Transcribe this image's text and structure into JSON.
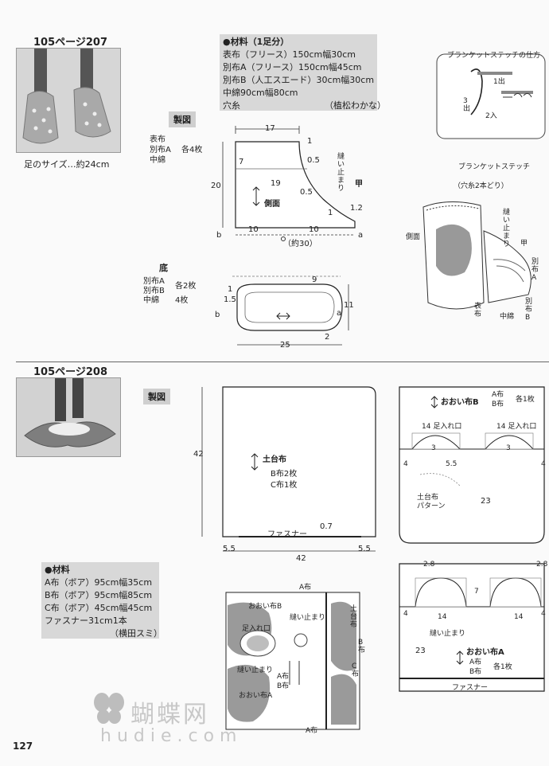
{
  "section1": {
    "header": "105ページ207",
    "foot_size": "足のサイズ…約24cm",
    "materials": {
      "title": "●材料（1足分）",
      "lines": [
        "表布（フリース）150cm幅30cm",
        "別布A（フリース）150cm幅45cm",
        "別布B（人工スエード）30cm幅30cm",
        "中綿90cm幅80cm",
        "穴糸"
      ],
      "author": "（植松わかな）"
    },
    "seizu_label": "製図",
    "side_cut": {
      "fabrics": [
        "表布",
        "別布A",
        "中綿"
      ],
      "count": "各4枚"
    },
    "side_label": "側面",
    "sole_label": "底",
    "sole_cut": {
      "fabrics": [
        "別布A",
        "別布B",
        "中綿"
      ],
      "count1": "各2枚",
      "count2": "4枚"
    },
    "dims_side": {
      "top": "17",
      "left": "20",
      "inner": "19",
      "v7": "7",
      "bottom": "10",
      "bottom2": "10",
      "v05a": "0.5",
      "v05b": "0.5",
      "v1": "1",
      "v1b": "1",
      "v12": "1.2",
      "around": "（約30）",
      "a": "a",
      "b": "b"
    },
    "nuidomari": "縫い止まり",
    "kou": "甲",
    "dims_sole": {
      "v9": "9",
      "v1": "1",
      "v15": "1.5",
      "v11": "11",
      "v25": "25",
      "v2": "2",
      "a": "a",
      "b": "b"
    },
    "stitch": {
      "title": "ブランケットステッチの仕方",
      "in1": "1出",
      "out2": "2入",
      "out3": "3出"
    },
    "stitch_diagram": {
      "title": "ブランケットステッチ",
      "sub": "（穴糸2本どり）",
      "nuidomari": "縫い止まり",
      "kou": "甲",
      "sokumen": "側面",
      "omote": "表布",
      "nakawata": "中綿",
      "betsuA": "別布A",
      "betsuB": "別布B"
    }
  },
  "section2": {
    "header": "105ページ208",
    "seizu_label": "製図",
    "base": {
      "title": "土台布",
      "cut1": "B布2枚",
      "cut2": "C布1枚",
      "w": "42",
      "h": "42",
      "fastener": "ファスナー",
      "v07": "0.7",
      "v55a": "5.5",
      "v55b": "5.5"
    },
    "coverB": {
      "title": "おおい布B",
      "cut1": "A布",
      "cut2": "B布",
      "count": "各1枚",
      "opening1": "14 足入れ口",
      "opening2": "14 足入れ口",
      "v4a": "4",
      "v3a": "3",
      "v55": "5.5",
      "v3b": "3",
      "v4b": "4",
      "pattern": "土台布\nパターン",
      "v23": "23"
    },
    "coverA": {
      "title": "おおい布A",
      "cut1": "A布",
      "cut2": "B布",
      "count": "各1枚",
      "v28a": "2.8",
      "v28b": "2.8",
      "v7": "7",
      "v4a": "4",
      "v14a": "14",
      "v14b": "14",
      "v4b": "4",
      "nuidomari": "縫い止まり",
      "v23": "23",
      "fastener": "ファスナー"
    },
    "materials": {
      "title": "●材料",
      "lines": [
        "A布（ボア）95cm幅35cm",
        "B布（ボア）95cm幅85cm",
        "C布（ボア）45cm幅45cm",
        "ファスナー31cm1本"
      ],
      "author": "（横田スミ）"
    },
    "assembly": {
      "coverB": "おおい布B",
      "ashiire": "足入れ口",
      "A_top": "A布",
      "nuidomari1": "縫い止まり",
      "nuidomari2": "縫い止まり",
      "dodai": "土台布",
      "Bfabric": "B布",
      "Cfabric": "C布",
      "Afabric_mid": "A布",
      "Bfabric_mid": "B布",
      "coverA": "おおい布A",
      "A_bottom": "A布"
    }
  },
  "page_number": "127",
  "watermark": {
    "cn": "蝴蝶网",
    "url": "hudie.com"
  }
}
